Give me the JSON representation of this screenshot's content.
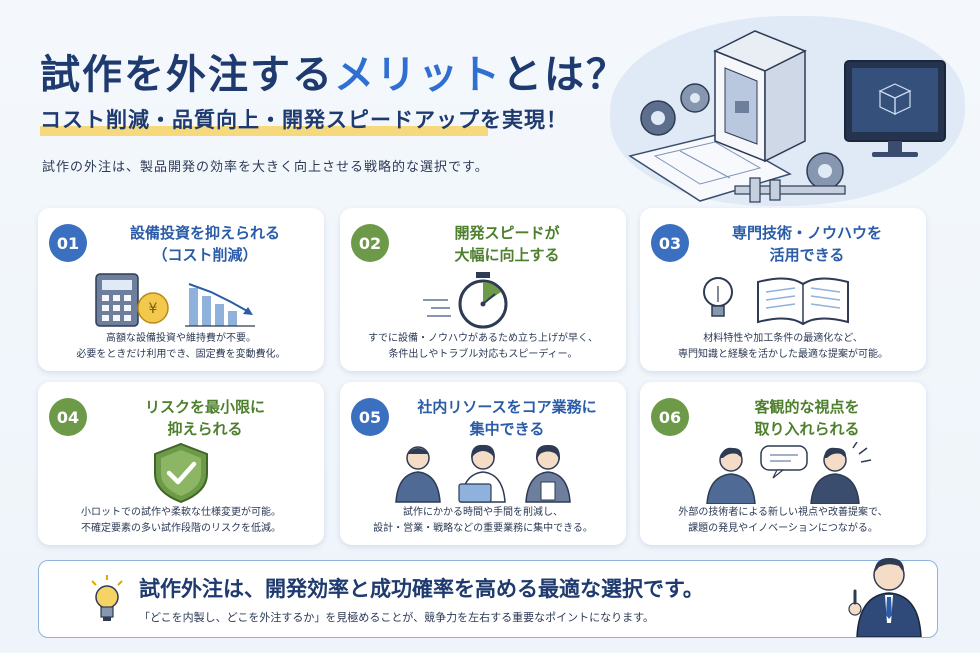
{
  "header": {
    "title_part1": "試作を外注する",
    "title_accent": "メリット",
    "title_part2": "とは？",
    "subtitle": "コスト削減・品質向上・開発スピードアップを実現！",
    "lead": "試作の外注は、製品開発の効率を大きく向上させる戦略的な選択です。"
  },
  "cards": [
    {
      "number": "01",
      "title_lines": [
        "設備投資を抑えられる",
        "（コスト削減）"
      ],
      "body_lines": [
        "高額な設備投資や維持費が不要。",
        "必要をときだけ利用でき、固定費を変動費化。"
      ],
      "icon": "calculator-coin-chart-icon",
      "color": "blue"
    },
    {
      "number": "02",
      "title_lines": [
        "開発スピードが",
        "大幅に向上する"
      ],
      "body_lines": [
        "すでに設備・ノウハウがあるため立ち上げが早く、",
        "条件出しやトラブル対応もスピーディー。"
      ],
      "icon": "stopwatch-icon",
      "color": "green"
    },
    {
      "number": "03",
      "title_lines": [
        "専門技術・ノウハウを",
        "活用できる"
      ],
      "body_lines": [
        "材料特性や加工条件の最適化など、",
        "専門知識と経験を活かした最適な提案が可能。"
      ],
      "icon": "lightbulb-book-icon",
      "color": "blue"
    },
    {
      "number": "04",
      "title_lines": [
        "リスクを最小限に",
        "抑えられる"
      ],
      "body_lines": [
        "小ロットでの試作や柔軟な仕様変更が可能。",
        "不確定要素の多い試作段階のリスクを低減。"
      ],
      "icon": "shield-check-icon",
      "color": "green"
    },
    {
      "number": "05",
      "title_lines": [
        "社内リソースをコア業務に",
        "集中できる"
      ],
      "body_lines": [
        "試作にかかる時間や手間を削減し、",
        "設計・営業・戦略などの重要業務に集中できる。"
      ],
      "icon": "team-people-icon",
      "color": "blue"
    },
    {
      "number": "06",
      "title_lines": [
        "客観的な視点を",
        "取り入れられる"
      ],
      "body_lines": [
        "外部の技術者による新しい視点や改善提案で、",
        "課題の発見やイノベーションにつながる。"
      ],
      "icon": "conversation-icon",
      "color": "green"
    }
  ],
  "banner": {
    "title": "試作外注は、開発効率と成功確率を高める最適な選択です。",
    "subtitle": "「どこを内製し、どこを外注するか」を見極めることが、競争力を左右する重要なポイントになります。"
  },
  "colors": {
    "navy": "#1e3a6e",
    "blue": "#3b6fbf",
    "green": "#6c9a48",
    "highlight": "#f6d365"
  }
}
